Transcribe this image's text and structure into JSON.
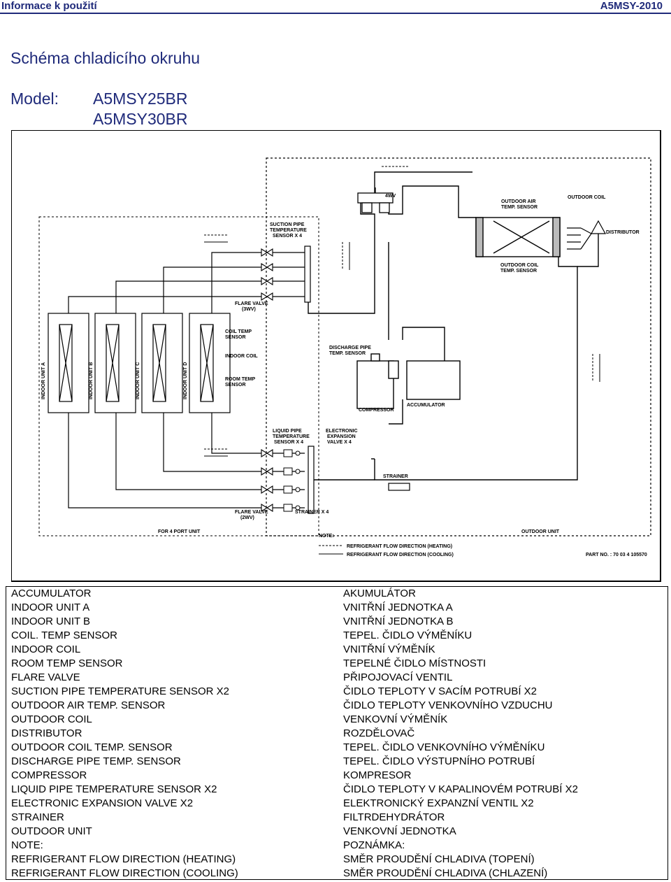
{
  "header": {
    "left": "Informace k použití",
    "right": "A5MSY-2010"
  },
  "title": "Schéma chladicího okruhu",
  "model": {
    "label": "Model:",
    "values": [
      "A5MSY25BR",
      "A5MSY30BR"
    ]
  },
  "diagram": {
    "labels": {
      "suction_sensor": [
        "SUCTION PIPE",
        "TEMPERATURE",
        "SENSOR X 4"
      ],
      "fourway": "4WV",
      "outdoor_air": [
        "OUTDOOR AIR",
        "TEMP. SENSOR"
      ],
      "outdoor_coil": "OUTDOOR COIL",
      "distributor": "DISTRIBUTOR",
      "outdoor_coil_sensor": [
        "OUTDOOR COIL",
        "TEMP. SENSOR"
      ],
      "flare_valve_top": [
        "FLARE VALVE",
        "(3WV)"
      ],
      "coil_temp": [
        "COIL TEMP",
        "SENSOR"
      ],
      "indoor_coil": "INDOOR COIL",
      "room_temp": [
        "ROOM TEMP",
        "SENSOR"
      ],
      "discharge": [
        "DISCHARGE PIPE",
        "TEMP. SENSOR"
      ],
      "compressor": "COMPRESSOR",
      "accumulator": "ACCUMULATOR",
      "liquid_sensor": [
        "LIQUID PIPE",
        "TEMPERATURE",
        "SENSOR X 4"
      ],
      "eev": [
        "ELECTRONIC",
        "EXPANSION",
        "VALVE X 4"
      ],
      "strainer": "STRAINER",
      "strainer_x4": "STRAINER X 4",
      "flare_valve_bottom": [
        "FLARE VALVE",
        "(2WV)"
      ],
      "for_4_port": "FOR 4 PORT UNIT",
      "outdoor_unit": "OUTDOOR UNIT",
      "note": "NOTE:",
      "note_heating": "REFRIGERANT FLOW DIRECTION (HEATING)",
      "note_cooling": "REFRIGERANT FLOW DIRECTION (COOLING)",
      "part_no": "PART NO. : 70 03 4 105570",
      "units": [
        "INDOOR UNIT A",
        "INDOOR UNIT B",
        "INDOOR UNIT C",
        "INDOOR UNIT D"
      ]
    }
  },
  "legend": [
    {
      "en": "ACCUMULATOR",
      "cz": "AKUMULÁTOR"
    },
    {
      "en": "INDOOR UNIT A",
      "cz": "VNITŘNÍ JEDNOTKA A"
    },
    {
      "en": "INDOOR  UNIT B",
      "cz": "VNITŘNÍ JEDNOTKA B"
    },
    {
      "en": "COIL. TEMP SENSOR",
      "cz": "TEPEL. ČIDLO VÝMĚNÍKU"
    },
    {
      "en": "INDOOR COIL",
      "cz": "VNITŘNÍ VÝMĚNÍK"
    },
    {
      "en": "ROOM TEMP SENSOR",
      "cz": "TEPELNÉ ČIDLO MÍSTNOSTI"
    },
    {
      "en": "FLARE VALVE",
      "cz": "PŘIPOJOVACÍ VENTIL"
    },
    {
      "en": "SUCTION PIPE TEMPERATURE SENSOR X2",
      "cz": "ČIDLO TEPLOTY V SACÍM POTRUBÍ X2"
    },
    {
      "en": "OUTDOOR AIR TEMP. SENSOR",
      "cz": "ČIDLO TEPLOTY VENKOVNÍHO VZDUCHU"
    },
    {
      "en": "OUTDOOR COIL",
      "cz": "VENKOVNÍ VÝMĚNÍK"
    },
    {
      "en": "DISTRIBUTOR",
      "cz": "ROZDĚLOVAČ"
    },
    {
      "en": "OUTDOOR COIL TEMP. SENSOR",
      "cz": "TEPEL. ČIDLO VENKOVNÍHO VÝMĚNÍKU"
    },
    {
      "en": "DISCHARGE PIPE TEMP. SENSOR",
      "cz": "TEPEL. ČIDLO VÝSTUPNÍHO POTRUBÍ"
    },
    {
      "en": "COMPRESSOR",
      "cz": "KOMPRESOR"
    },
    {
      "en": "LIQUID PIPE TEMPERATURE SENSOR X2",
      "cz": "ČIDLO TEPLOTY V KAPALINOVÉM POTRUBÍ X2"
    },
    {
      "en": "ELECTRONIC EXPANSION VALVE X2",
      "cz": "ELEKTRONICKÝ EXPANZNÍ VENTIL X2"
    },
    {
      "en": "STRAINER",
      "cz": "FILTRDEHYDRÁTOR"
    },
    {
      "en": "OUTDOOR UNIT",
      "cz": "VENKOVNÍ JEDNOTKA"
    },
    {
      "en": "NOTE:",
      "cz": "POZNÁMKA:"
    },
    {
      "en": "REFRIGERANT FLOW DIRECTION (HEATING)",
      "cz": "SMĚR PROUDĚNÍ CHLADIVA (TOPENÍ)"
    },
    {
      "en": "REFRIGERANT FLOW DIRECTION (COOLING)",
      "cz": "SMĚR PROUDĚNÍ CHLADIVA (CHLAZENÍ)"
    }
  ]
}
